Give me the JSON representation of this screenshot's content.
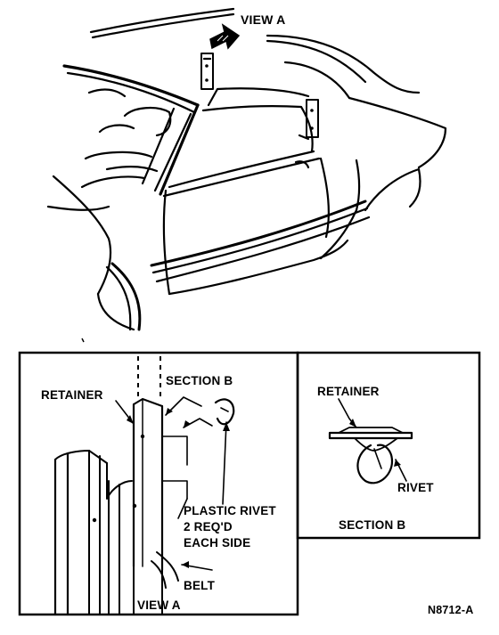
{
  "labels": {
    "view_a_top": "VIEW A",
    "section_b_callout": "SECTION B",
    "retainer_left": "RETAINER",
    "plastic_rivet_line1": "PLASTIC RIVET",
    "plastic_rivet_line2": "2 REQ'D",
    "plastic_rivet_line3": "EACH SIDE",
    "belt": "BELT",
    "view_a_caption": "VIEW A",
    "retainer_right": "RETAINER",
    "rivet": "RIVET",
    "section_b_caption": "SECTION B",
    "figure_id": "N8712-A"
  },
  "colors": {
    "ink": "#000000",
    "paper": "#ffffff"
  }
}
